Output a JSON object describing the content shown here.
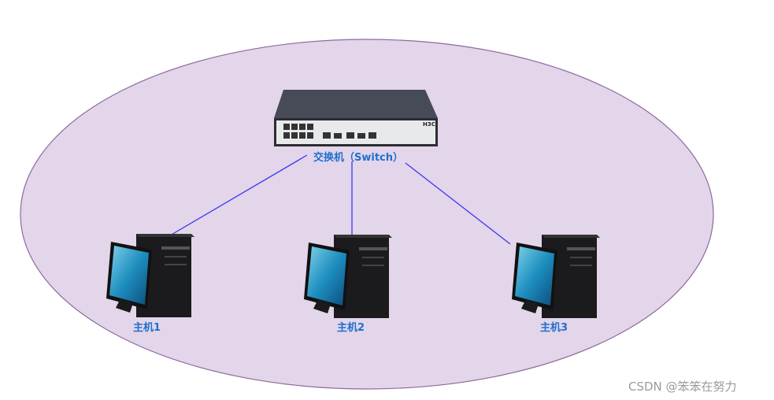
{
  "diagram": {
    "network_area": {
      "fill": "#e3d5ea",
      "stroke": "#8b6b9c"
    },
    "switch": {
      "label": "交换机（Switch）",
      "icon": "network-switch-icon",
      "brand": "H3C"
    },
    "hosts": [
      {
        "label": "主机1",
        "icon": "desktop-computer-icon"
      },
      {
        "label": "主机2",
        "icon": "desktop-computer-icon"
      },
      {
        "label": "主机3",
        "icon": "desktop-computer-icon"
      }
    ],
    "link_color": "#3a3af0",
    "label_color": "#1f6fd0"
  },
  "watermark": "CSDN @笨笨在努力"
}
